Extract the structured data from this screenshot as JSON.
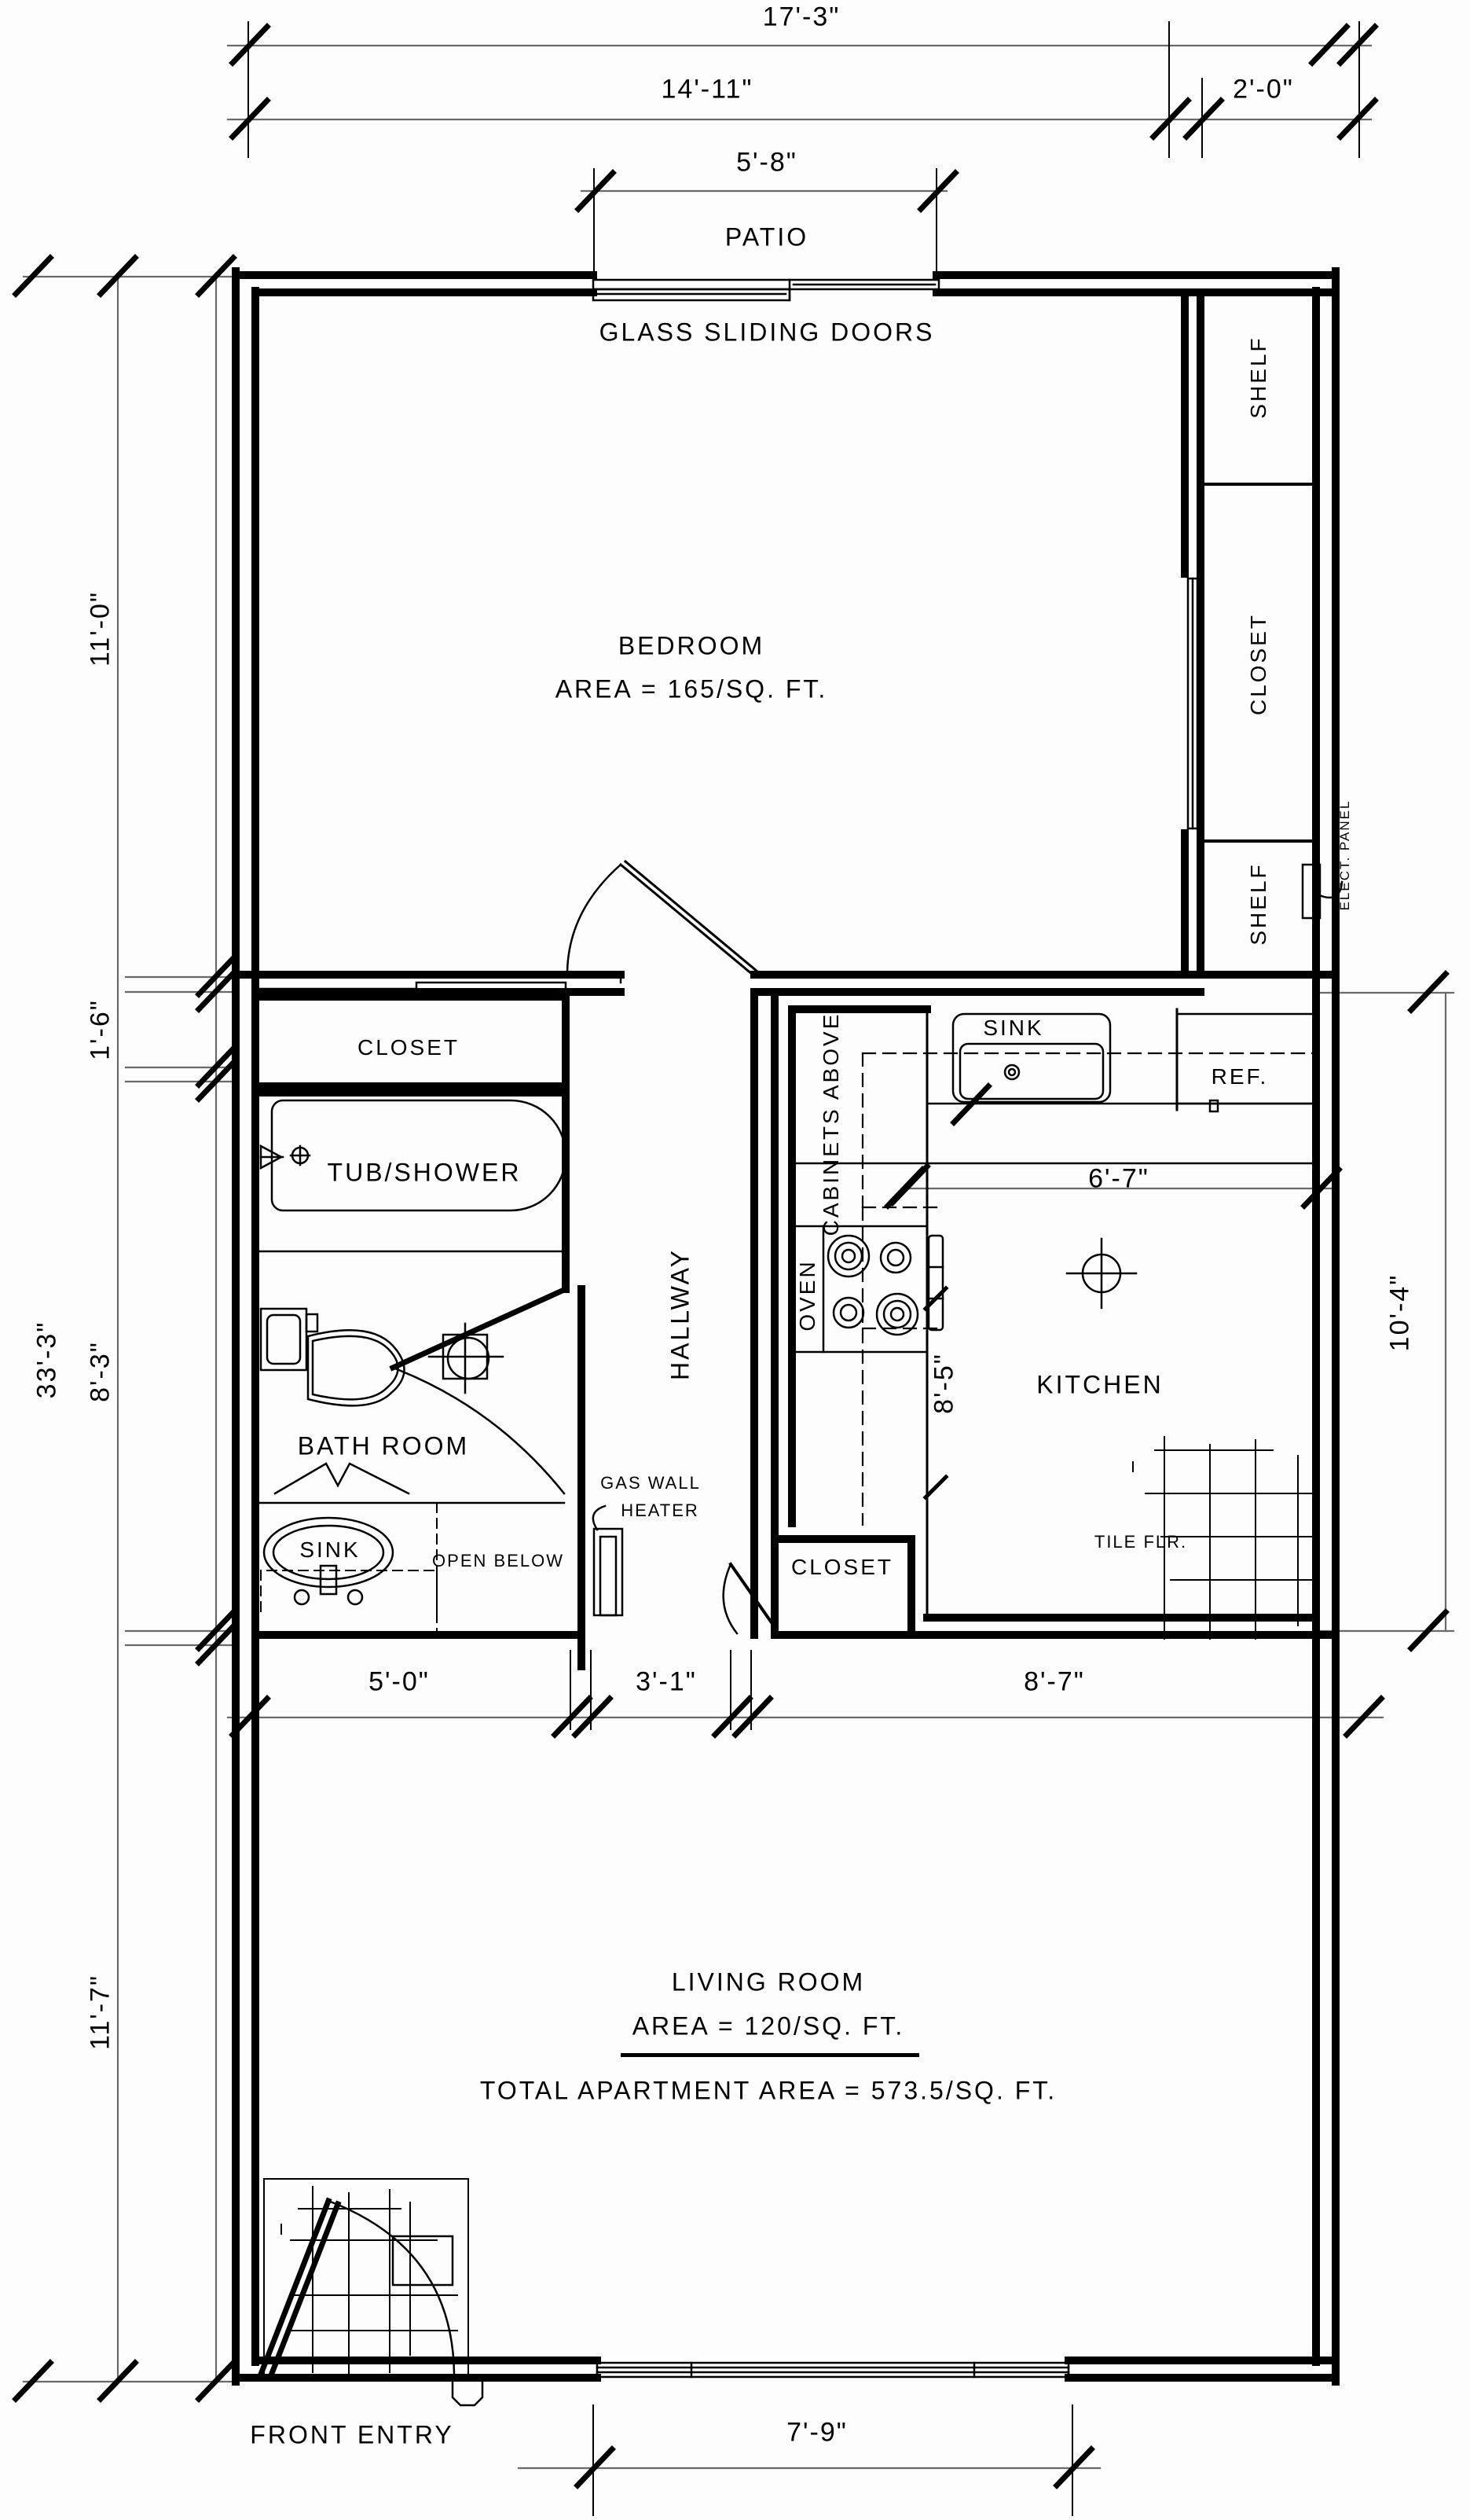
{
  "drawing": {
    "type": "architectural-floor-plan",
    "title_text_block": {
      "living_room_label": "LIVING ROOM",
      "living_room_area": "AREA = 120/SQ. FT.",
      "total_area": "TOTAL APARTMENT AREA = 573.5/SQ. FT."
    }
  },
  "rooms": [
    {
      "name": "BEDROOM",
      "area_label": "AREA = 165/SQ. FT."
    },
    {
      "name": "KITCHEN"
    },
    {
      "name": "BATH ROOM"
    },
    {
      "name": "HALLWAY"
    },
    {
      "name": "LIVING ROOM"
    }
  ],
  "labels": {
    "patio": "PATIO",
    "glass_sliding_doors": "GLASS SLIDING DOORS",
    "bedroom": "BEDROOM",
    "bedroom_area": "AREA = 165/SQ. FT.",
    "shelf_top": "SHELF",
    "closet_right": "CLOSET",
    "shelf_bottom": "SHELF",
    "elect_panel": "ELECT. PANEL",
    "closet_hall": "CLOSET",
    "tub_shower": "TUB/SHOWER",
    "bath_room": "BATH ROOM",
    "sink_bath": "SINK",
    "open_below": "OPEN BELOW",
    "gas_wall_heater_line1": "GAS WALL",
    "gas_wall_heater_line2": "HEATER",
    "hallway": "HALLWAY",
    "closet_kitchen": "CLOSET",
    "cabinets_above": "CABINETS ABOVE",
    "oven": "OVEN",
    "sink_kitchen": "SINK",
    "ref": "REF.",
    "kitchen": "KITCHEN",
    "tile_flr": "TILE FLR.",
    "living_room": "LIVING ROOM",
    "living_room_area": "AREA = 120/SQ. FT.",
    "total_apartment_area": "TOTAL APARTMENT AREA = 573.5/SQ. FT.",
    "front_entry": "FRONT ENTRY"
  },
  "dimensions": {
    "top": [
      {
        "id": "overall-width",
        "value": "17'-3\""
      },
      {
        "id": "interior-width",
        "value": "14'-11\""
      },
      {
        "id": "closet-width",
        "value": "2'-0\""
      },
      {
        "id": "patio-width",
        "value": "5'-8\""
      }
    ],
    "left": [
      {
        "id": "overall-depth",
        "value": "33'-3\""
      },
      {
        "id": "bedroom-depth",
        "value": "11'-0\""
      },
      {
        "id": "closet-depth",
        "value": "1'-6\""
      },
      {
        "id": "bath-depth",
        "value": "8'-3\""
      },
      {
        "id": "living-depth",
        "value": "11'-7\""
      }
    ],
    "right": [
      {
        "id": "kitchen-depth",
        "value": "10'-4\""
      }
    ],
    "middle": [
      {
        "id": "bath-width",
        "value": "5'-0\""
      },
      {
        "id": "hall-width",
        "value": "3'-1\""
      },
      {
        "id": "kitchen-width",
        "value": "8'-7\""
      },
      {
        "id": "counter-run",
        "value": "6'-7\""
      },
      {
        "id": "kitchen-clear",
        "value": "8'-5\""
      }
    ],
    "bottom": [
      {
        "id": "window-width",
        "value": "7'-9\""
      }
    ]
  },
  "colors": {
    "line": "#000000",
    "dim_line": "#666666",
    "background": "#ffffff"
  }
}
